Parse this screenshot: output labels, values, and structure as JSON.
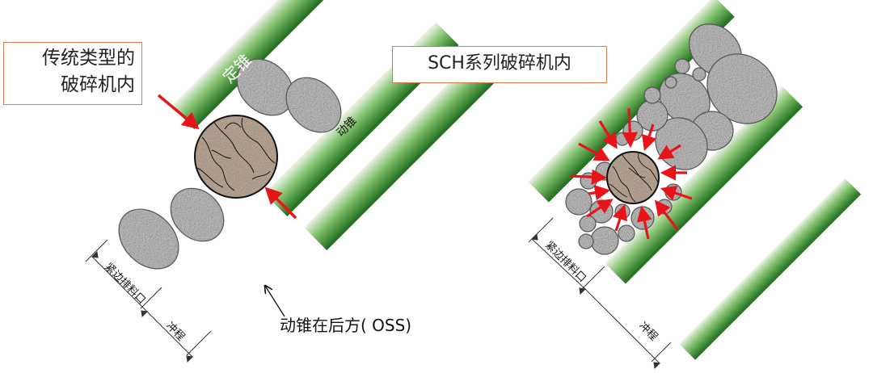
{
  "left_panel": {
    "title_line1": "传统类型的",
    "title_line2": "破碎机内",
    "fixed_cone": "定锥",
    "moving_cone": "动锥",
    "closed_side_discharge": "紧边排料口",
    "stroke": "冲程",
    "oss_note": "动锥在后方( OSS)"
  },
  "right_panel": {
    "title": "SCH系列破碎机内",
    "closed_side_discharge": "紧边排料口",
    "stroke": "冲程"
  },
  "colors": {
    "cone_green": "#2e7d32",
    "arrow_red": "#e8141a",
    "box_border": "#d97a4a"
  }
}
